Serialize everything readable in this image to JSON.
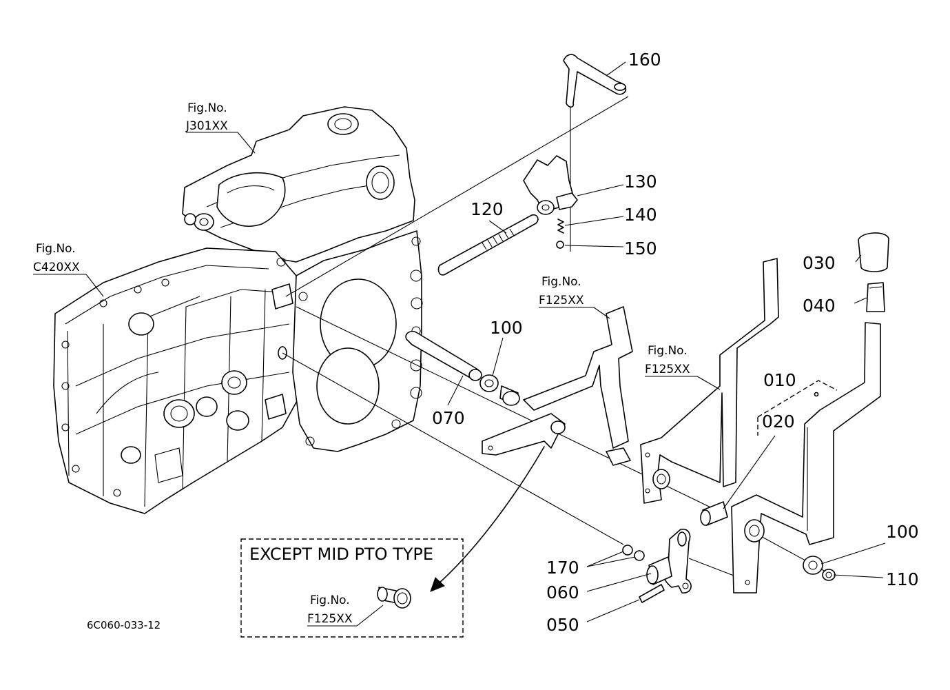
{
  "diagram": {
    "part_numbers": {
      "p160": "160",
      "p130": "130",
      "p140": "140",
      "p150": "150",
      "p120": "120",
      "p030": "030",
      "p040": "040",
      "p100a": "100",
      "p070": "070",
      "p010": "010",
      "p020": "020",
      "p100b": "100",
      "p110": "110",
      "p170": "170",
      "p060": "060",
      "p050": "050"
    },
    "fig_refs": {
      "j301": {
        "label": "Fig.No.",
        "code": "J301XX"
      },
      "c420": {
        "label": "Fig.No.",
        "code": "C420XX"
      },
      "f125_upper": {
        "label": "Fig.No.",
        "code": "F125XX"
      },
      "f125_right": {
        "label": "Fig.No.",
        "code": "F125XX"
      },
      "f125_box": {
        "label": "Fig.No.",
        "code": "F125XX"
      }
    },
    "inset_box": {
      "title": "EXCEPT MID PTO TYPE"
    },
    "drawing_code": "6C060-033-12"
  }
}
